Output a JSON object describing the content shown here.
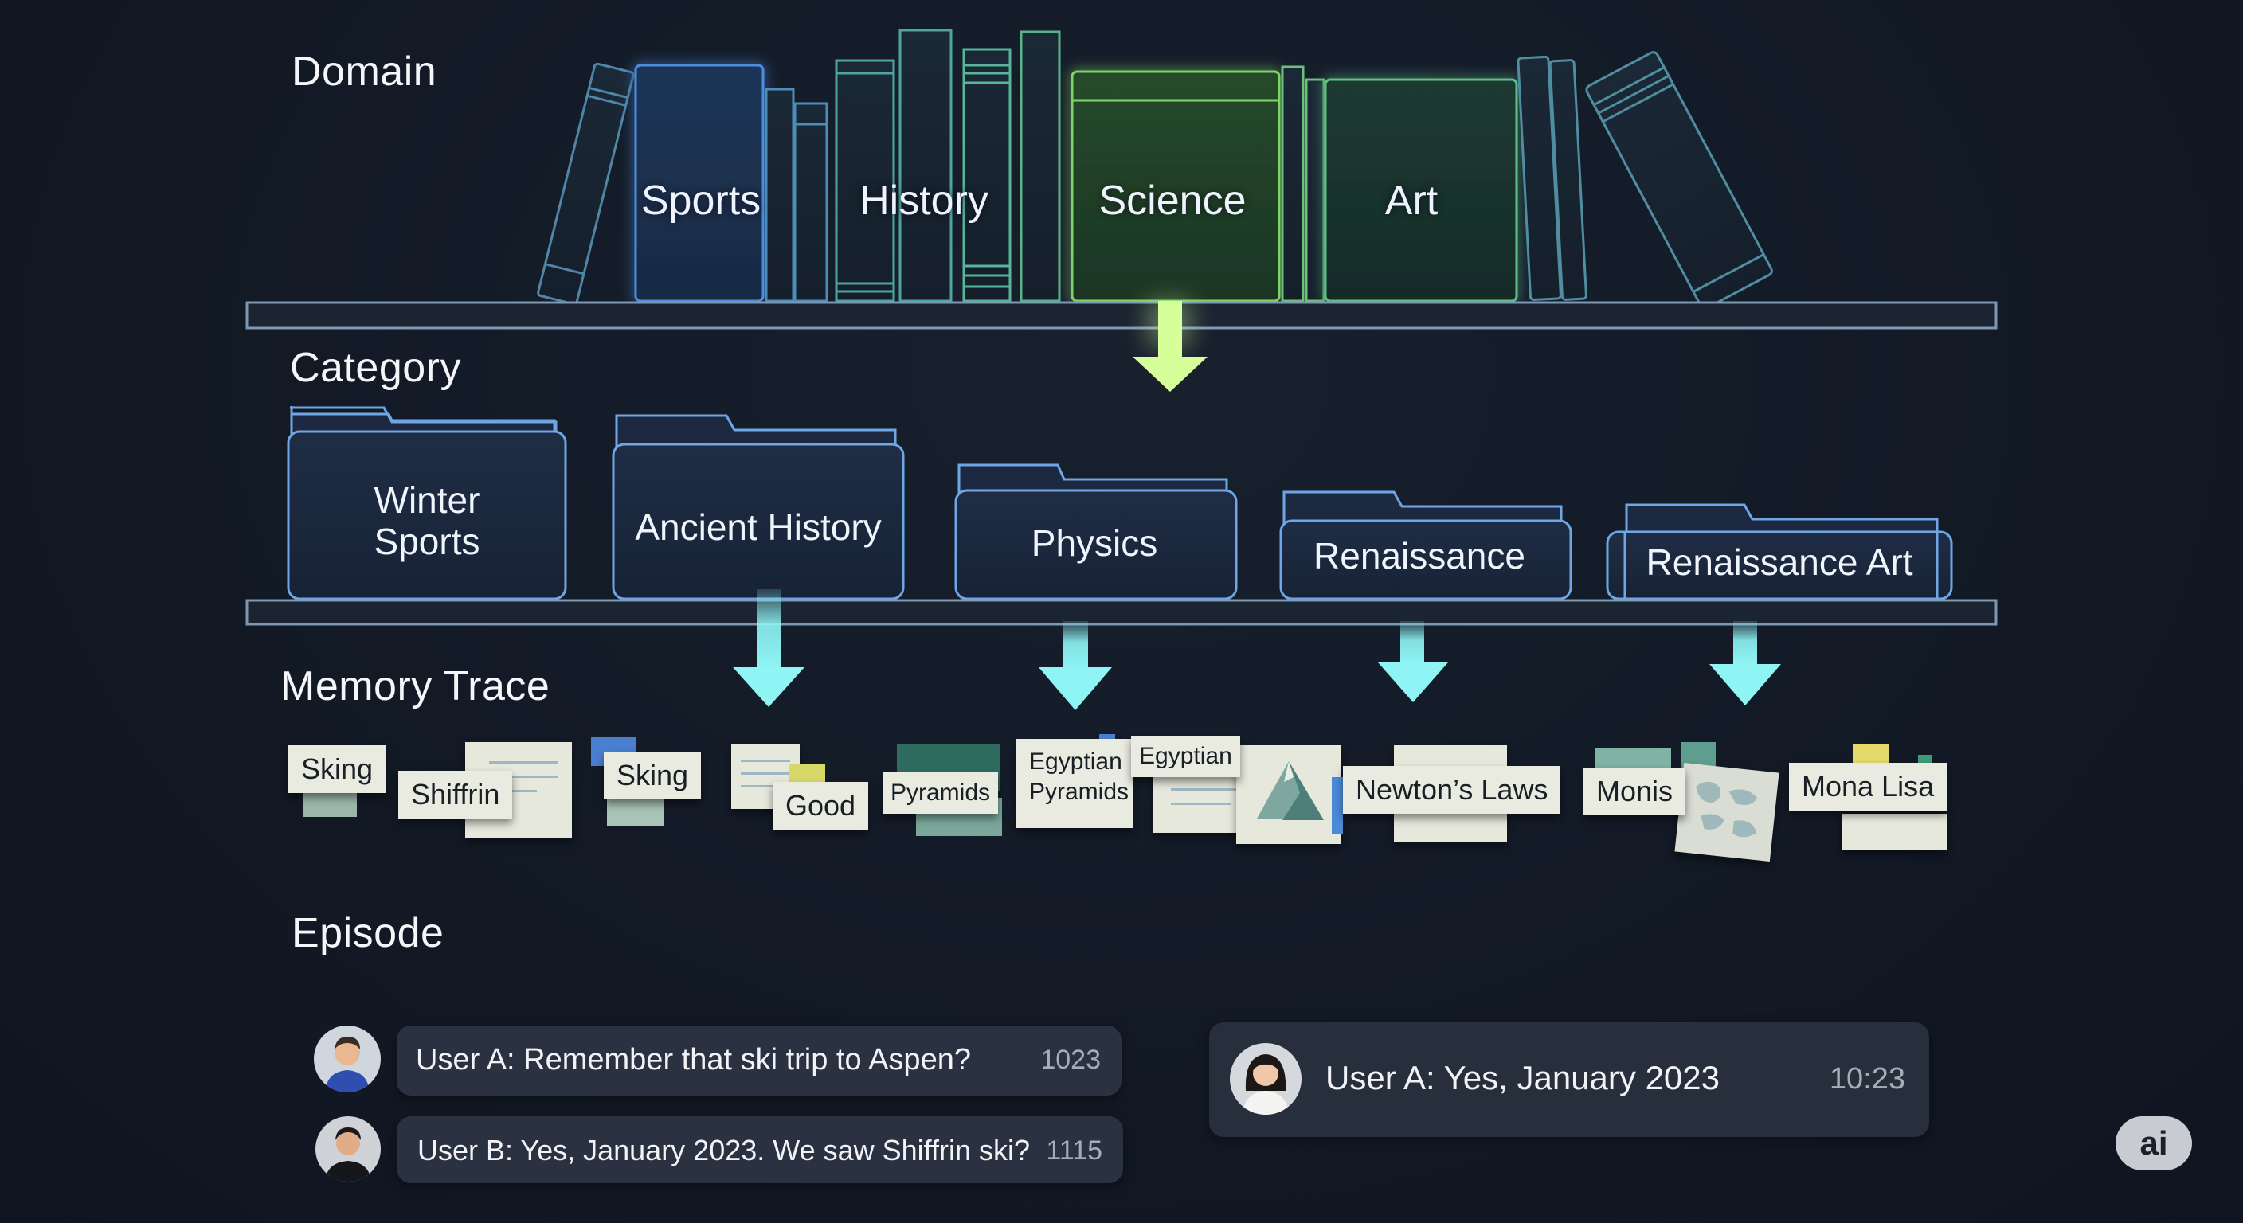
{
  "sections": {
    "domain": "Domain",
    "category": "Category",
    "memory_trace": "Memory Trace",
    "episode": "Episode"
  },
  "domain_books": [
    {
      "label": "Sports",
      "color": "#3f7fd6"
    },
    {
      "label": "History",
      "color": "#4aa3a0"
    },
    {
      "label": "Science",
      "color": "#7fd36a"
    },
    {
      "label": "Art",
      "color": "#5fbf8a"
    }
  ],
  "categories": [
    {
      "label": "Winter\nSports"
    },
    {
      "label": "Ancient History"
    },
    {
      "label": "Physics"
    },
    {
      "label": "Renaissance"
    },
    {
      "label": "Renaissance Art"
    }
  ],
  "memory_notes": {
    "sking_1": "Sking",
    "shiffrin": "Shiffrin",
    "sking_2": "Sking",
    "good": "Good",
    "pyramids": "Pyramids",
    "egyptian_pyramids": "Egyptian\nPyramids",
    "egyptian": "Egyptian",
    "newtons_laws": "Newton’s Laws",
    "monis": "Monis",
    "mona_lisa": "Mona Lisa"
  },
  "episode": {
    "messages": [
      {
        "text": "User A: Remember that ski trip to Aspen?",
        "time": "1023",
        "avatar": "male-avatar-icon"
      },
      {
        "text": "User B: Yes, January 2023. We saw Shiffrin ski?",
        "time": "1115",
        "avatar": "male-avatar-icon"
      }
    ],
    "highlight": {
      "text": "User A: Yes, January 2023",
      "time": "10:23",
      "avatar": "female-avatar-icon"
    }
  },
  "badge": "ai",
  "colors": {
    "arrow_domain": "#d6ff9a",
    "arrow_category": "#8ff4f4",
    "folder_border": "#6fa7e6",
    "shelf": "#7e97b2"
  }
}
